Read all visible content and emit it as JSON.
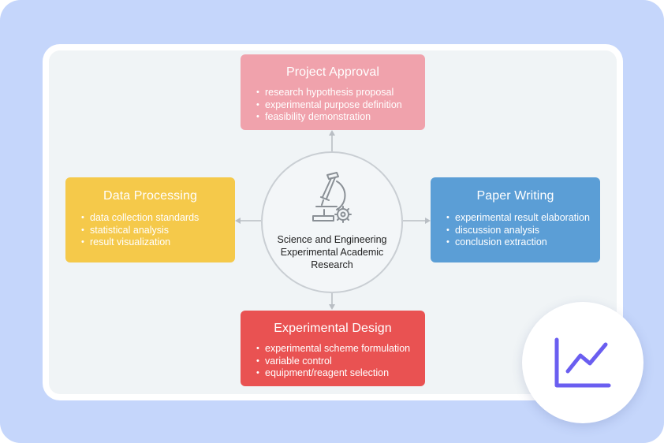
{
  "center": {
    "label_line1": "Science and Engineering",
    "label_line2": "Experimental Academic",
    "label_line3": "Research",
    "icon": "microscope-gear-icon"
  },
  "nodes": {
    "top": {
      "title": "Project Approval",
      "items": [
        "research hypothesis proposal",
        "experimental purpose definition",
        "feasibility demonstration"
      ],
      "color": "#f0a2ac"
    },
    "left": {
      "title": "Data Processing",
      "items": [
        "data collection standards",
        "statistical analysis",
        "result visualization"
      ],
      "color": "#f5c94a"
    },
    "right": {
      "title": "Paper Writing",
      "items": [
        "experimental result elaboration",
        "discussion analysis",
        "conclusion extraction"
      ],
      "color": "#5b9ed6"
    },
    "bottom": {
      "title": "Experimental Design",
      "items": [
        "experimental scheme formulation",
        "variable control",
        "equipment/reagent selection"
      ],
      "color": "#e95252"
    }
  },
  "badge": {
    "icon": "line-chart-icon",
    "color": "#6a5ef0"
  },
  "colors": {
    "background": "#c5d6fb",
    "canvas": "#f0f4f6",
    "connector": "#b9bec4"
  }
}
